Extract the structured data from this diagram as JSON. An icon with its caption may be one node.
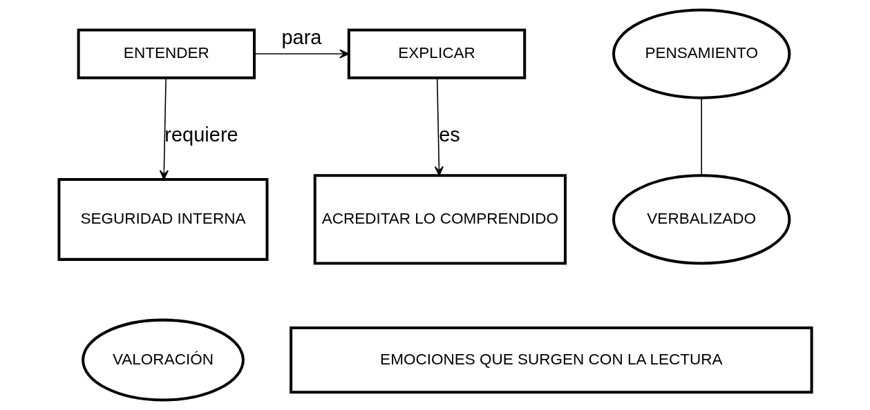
{
  "diagram": {
    "nodes": [
      {
        "text": [
          "ENTENDER"
        ]
      },
      {
        "text": [
          "EXPLICAR"
        ]
      },
      {
        "text": [
          "SEGURIDAD INTERNA"
        ]
      },
      {
        "text": [
          "ACREDITAR LO COMPRENDIDO"
        ]
      },
      {
        "text": [
          "PENSAMIENTO"
        ]
      },
      {
        "text": [
          "VERBALIZADO"
        ]
      },
      {
        "text": [
          "VALORACIÓN"
        ]
      },
      {
        "text": [
          "EMOCIONES QUE SURGEN CON LA LECTURA"
        ]
      }
    ],
    "edges": [
      {
        "from": 0,
        "to": 1,
        "arrow": "to",
        "label": "para"
      },
      {
        "from": 0,
        "to": 2,
        "arrow": "to",
        "label": "requiere"
      },
      {
        "from": 1,
        "to": 3,
        "arrow": "to",
        "label": "es"
      },
      {
        "from": 4,
        "to": 5,
        "arrow": "none"
      }
    ]
  }
}
